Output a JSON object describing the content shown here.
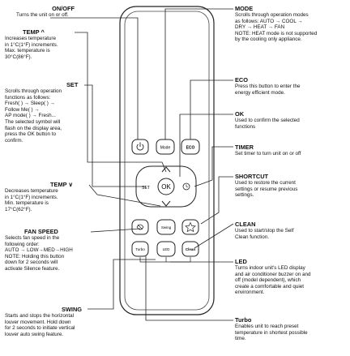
{
  "left": [
    {
      "key": "onoff",
      "title": "ON/OFF",
      "desc": "Turns the unit on or off."
    },
    {
      "key": "temp_up",
      "title": "TEMP ^",
      "desc": "Increases temperature\nin 1°C(1°F) increments.\nMax. temperature is\n30°C(86°F)."
    },
    {
      "key": "set",
      "title": "SET",
      "desc": "Scrolls through operation\nfunctions as follows:\nFresh( ) → Sleep( ) →\nFollow Me( ) →\nAP mode( ) → Fresh...\nThe selected symbol will\nflash on the display area,\npress the OK button to\nconfirm."
    },
    {
      "key": "temp_down",
      "title": "TEMP ∨",
      "desc": "Decreases temperature\nin 1°C(1°F) increments.\nMin. temperature is\n17°C(62°F)."
    },
    {
      "key": "fan",
      "title": "FAN SPEED",
      "desc": "Selects fan speed in the\nfollowing order:\nAUTO → LOW→MED→HIGH\nNOTE: Holding this button\ndown for 2 seconds will\nactivate Silence feature."
    },
    {
      "key": "swing",
      "title": "SWING",
      "desc": "Starts and stops the horizontal\nlouver movement. Hold down\nfor 2 seconds to initiate vertical\nlouver auto swing feature."
    }
  ],
  "right": [
    {
      "key": "mode",
      "title": "MODE",
      "desc": "Scrolls through operation modes\nas follows:  AUTO → COOL →\nDRY → HEAT → FAN\nNOTE: HEAT mode is not supported\nby the cooling only appliance."
    },
    {
      "key": "eco",
      "title": "ECO",
      "desc": "Press this button to enter the\nenergy efficient mode."
    },
    {
      "key": "ok",
      "title": "OK",
      "desc": "Used to confirm the selected\nfunctions"
    },
    {
      "key": "timer",
      "title": "TIMER",
      "desc": "Set timer to turn unit on or off"
    },
    {
      "key": "shortcut",
      "title": "SHORTCUT",
      "desc": "Used to restore the current\nsettings or resume previous\nsettings."
    },
    {
      "key": "clean",
      "title": "CLEAN",
      "desc": "Used to start/stop the Self\nClean function."
    },
    {
      "key": "led",
      "title": "LED",
      "desc": "Turns indoor unit's LED  display\nand air conditioner buzzer on and\noff (model dependent), which\ncreate a comfortable and quiet\nenvironment."
    },
    {
      "key": "turbo",
      "title": "Turbo",
      "desc": "Enables unit to reach preset\ntemperature in shortest possible\ntime."
    }
  ],
  "buttons": {
    "mode": "Mode",
    "eco": "ECO",
    "set": "SET",
    "ok": "OK",
    "turbo": "Turbo",
    "swing": "Swing",
    "led": "LED",
    "clean": "Clean"
  }
}
